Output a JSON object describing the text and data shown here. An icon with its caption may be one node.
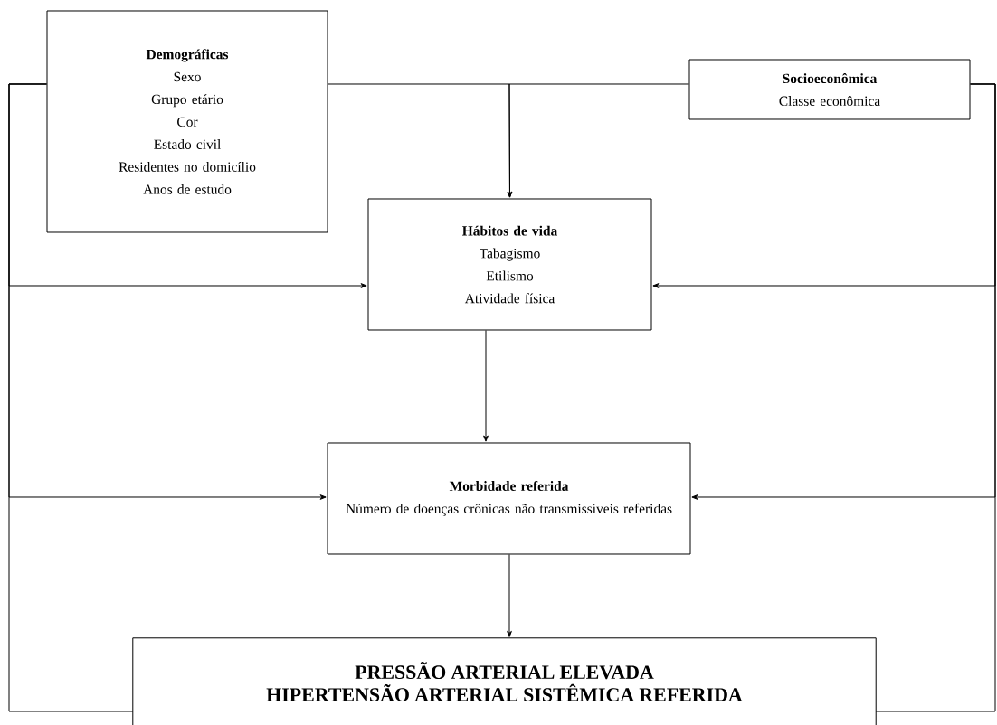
{
  "diagram": {
    "nodes": [
      {
        "text": [
          "Demográficas",
          "Sexo",
          "Grupo etário",
          "Cor",
          "Estado civil",
          "Residentes no domicílio",
          "Anos de estudo"
        ]
      },
      {
        "text": [
          "Socioeconômica",
          "Classe econômica"
        ]
      },
      {
        "text": [
          "Hábitos de vida",
          "Tabagismo",
          "Etilismo",
          "Atividade física"
        ]
      },
      {
        "text": [
          "Morbidade referida",
          "Número de doenças crônicas não transmissíveis referidas"
        ]
      },
      {
        "text": [
          "PRESSÃO ARTERIAL ELEVADA",
          "HIPERTENSÃO ARTERIAL SISTÊMICA REFERIDA"
        ]
      }
    ],
    "edges": [
      {
        "from": 0,
        "to": 2,
        "arrow": "to"
      },
      {
        "from": 1,
        "to": 2,
        "arrow": "to"
      },
      {
        "from": 0,
        "to": 2,
        "arrow": "to"
      },
      {
        "from": 0,
        "to": 3,
        "arrow": "to"
      },
      {
        "from": 0,
        "to": 4,
        "arrow": "none"
      },
      {
        "from": 1,
        "to": 2,
        "arrow": "to"
      },
      {
        "from": 1,
        "to": 3,
        "arrow": "to"
      },
      {
        "from": 1,
        "to": 4,
        "arrow": "none"
      },
      {
        "from": 2,
        "to": 3,
        "arrow": "to"
      },
      {
        "from": 3,
        "to": 4,
        "arrow": "to"
      }
    ]
  }
}
